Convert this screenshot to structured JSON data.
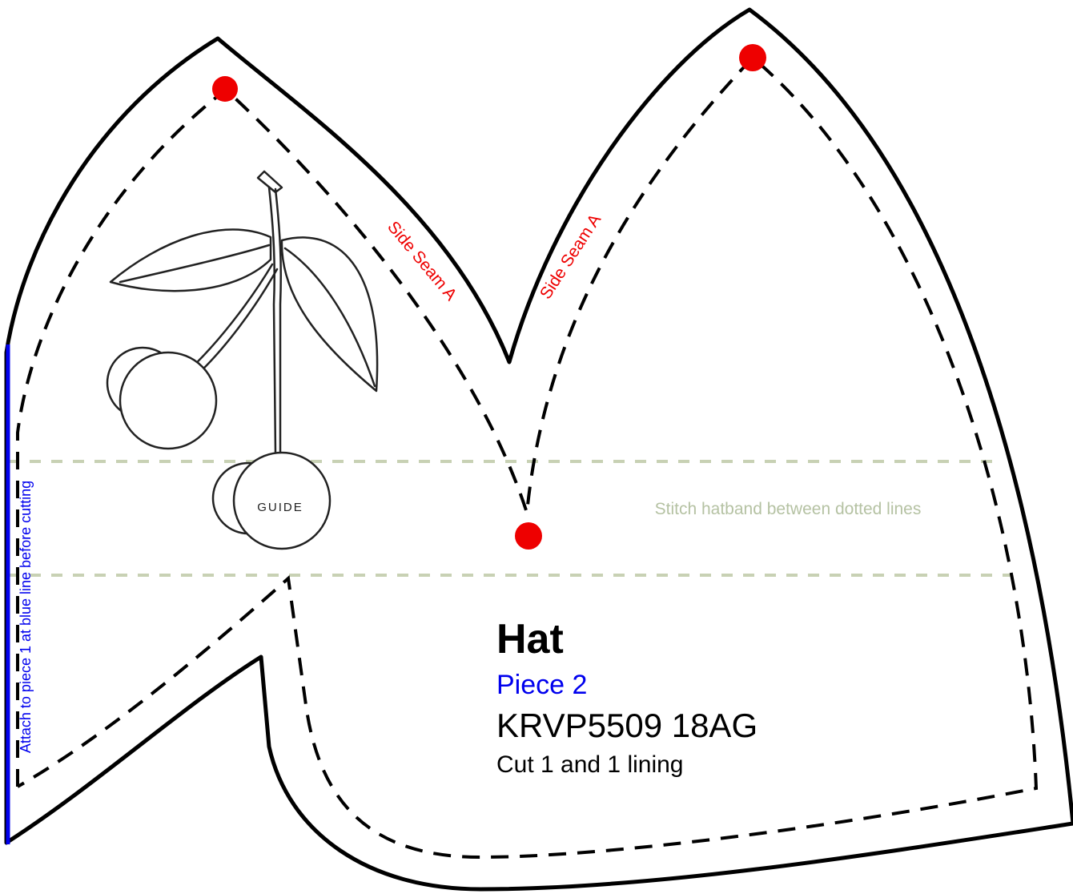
{
  "pattern": {
    "title": "Hat",
    "piece": "Piece 2",
    "code": "KRVP5509 18AG",
    "cut": "Cut 1 and 1 lining",
    "side_seam_left": "Side Seam A",
    "side_seam_right": "Side Seam A",
    "hatband_note": "Stitch hatband between dotted lines",
    "attach_note": "Attach to piece 1 at blue line before cutting",
    "logo_text": "GUIDE"
  },
  "colors": {
    "outline": "#000000",
    "marker": "#ee0000",
    "hatband_line": "#c8d1b4",
    "hatband_text": "#b5c2a3",
    "attach_line": "#0000ee",
    "piece_label": "#0000ee"
  },
  "icons": {
    "logo": "cherry-logo-icon",
    "marker": "match-point-dot-icon"
  }
}
